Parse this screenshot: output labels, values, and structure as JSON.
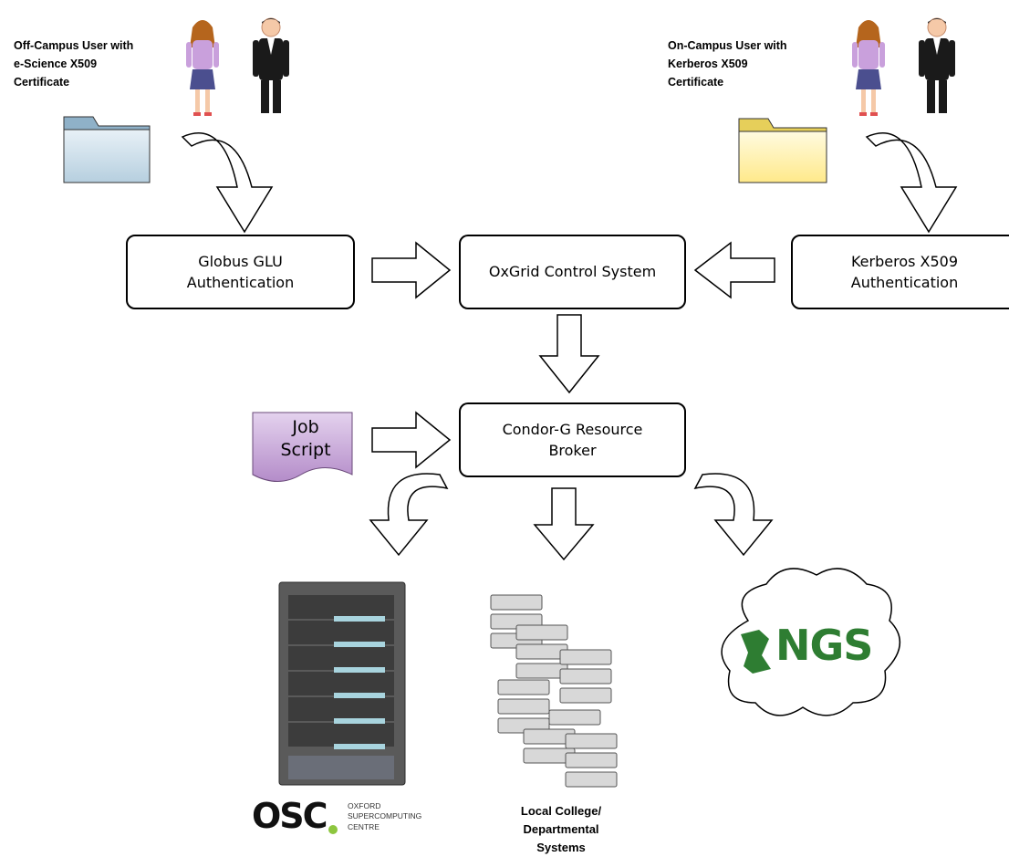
{
  "users": {
    "off_campus": [
      "Off-Campus User with",
      "e-Science X509",
      "Certificate"
    ],
    "on_campus": [
      "On-Campus User with",
      "Kerberos X509",
      "Certificate"
    ]
  },
  "boxes": {
    "globus": [
      "Globus GLU",
      "Authentication"
    ],
    "oxgrid": [
      "OxGrid Control System"
    ],
    "kerberos": [
      "Kerberos X509",
      "Authentication"
    ],
    "condor": [
      "Condor-G Resource",
      "Broker"
    ]
  },
  "job_script": [
    "Job",
    "Script"
  ],
  "resources": {
    "osc_logo": "OSC",
    "osc_subtext": [
      "OXFORD",
      "SUPERCOMPUTING",
      "CENTRE"
    ],
    "local": [
      "Local College/",
      "Departmental",
      "Systems"
    ],
    "ngs_logo": "NGS"
  },
  "colors": {
    "folder_blue": "#c5d9e6",
    "folder_yellow": "#fff2a8",
    "job_script": "#c9a6d8",
    "ngs_green": "#2e7d32",
    "server_dark": "#4a4a4a",
    "server_accent": "#a8d4de"
  }
}
